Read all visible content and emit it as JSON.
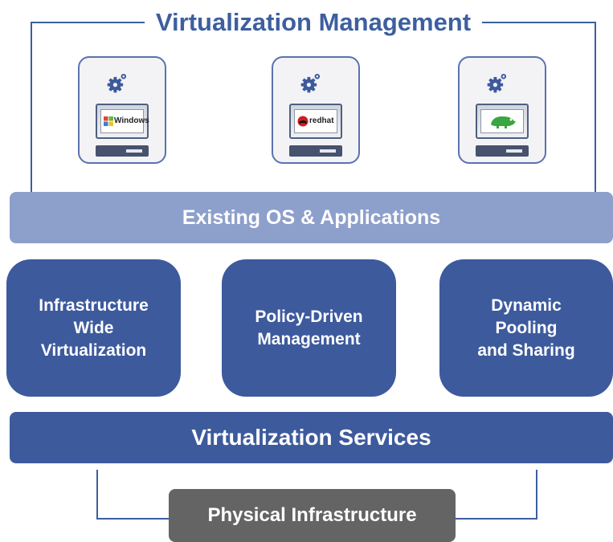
{
  "title": "Virtualization Management",
  "vms": [
    {
      "os_label": "Windows",
      "icon": "windows-logo-icon"
    },
    {
      "os_label": "redhat",
      "icon": "redhat-logo-icon"
    },
    {
      "os_label": "",
      "icon": "suse-chameleon-icon"
    }
  ],
  "os_layer": "Existing OS & Applications",
  "boxes": [
    "Infrastructure\nWide\nVirtualization",
    "Policy-Driven\nManagement",
    "Dynamic\nPooling\nand Sharing"
  ],
  "services": "Virtualization Services",
  "physical": "Physical Infrastructure",
  "colors": {
    "primary": "#3d5a9d",
    "light": "#8d9fcb",
    "gray": "#646464"
  }
}
